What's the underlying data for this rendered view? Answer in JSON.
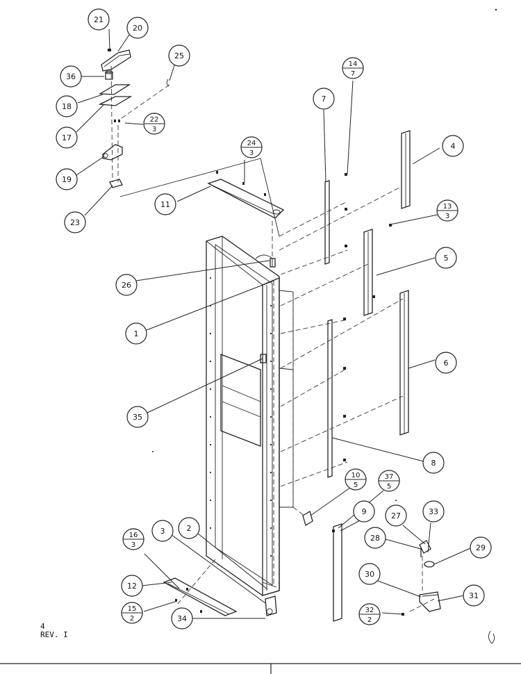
{
  "footer": {
    "line1": "4",
    "line2": "REV. I"
  },
  "callouts": [
    {
      "id": "c21",
      "text": "21"
    },
    {
      "id": "c20",
      "text": "20"
    },
    {
      "id": "c36",
      "text": "36"
    },
    {
      "id": "c18",
      "text": "18"
    },
    {
      "id": "c17",
      "text": "17"
    },
    {
      "id": "c25",
      "text": "25"
    },
    {
      "id": "c19",
      "text": "19"
    },
    {
      "id": "c23",
      "text": "23"
    },
    {
      "id": "c11",
      "text": "11"
    },
    {
      "id": "c26",
      "text": "26"
    },
    {
      "id": "c1",
      "text": "1"
    },
    {
      "id": "c35",
      "text": "35"
    },
    {
      "id": "c7",
      "text": "7"
    },
    {
      "id": "c4",
      "text": "4"
    },
    {
      "id": "c5",
      "text": "5"
    },
    {
      "id": "c6",
      "text": "6"
    },
    {
      "id": "c8",
      "text": "8"
    },
    {
      "id": "c9",
      "text": "9"
    },
    {
      "id": "c27",
      "text": "27"
    },
    {
      "id": "c33",
      "text": "33"
    },
    {
      "id": "c28",
      "text": "28"
    },
    {
      "id": "c29",
      "text": "29"
    },
    {
      "id": "c30",
      "text": "30"
    },
    {
      "id": "c31",
      "text": "31"
    },
    {
      "id": "c3",
      "text": "3"
    },
    {
      "id": "c2",
      "text": "2"
    },
    {
      "id": "c12",
      "text": "12"
    },
    {
      "id": "c34",
      "text": "34"
    }
  ],
  "fraction_callouts": [
    {
      "id": "f22_3",
      "num": "22",
      "den": "3"
    },
    {
      "id": "f24_3",
      "num": "24",
      "den": "3"
    },
    {
      "id": "f14_7",
      "num": "14",
      "den": "7"
    },
    {
      "id": "f13_3",
      "num": "13",
      "den": "3"
    },
    {
      "id": "f10_5",
      "num": "10",
      "den": "5"
    },
    {
      "id": "f37_5",
      "num": "37",
      "den": "5"
    },
    {
      "id": "f16_3",
      "num": "16",
      "den": "3"
    },
    {
      "id": "f15_2",
      "num": "15",
      "den": "2"
    },
    {
      "id": "f32_2",
      "num": "32",
      "den": "2"
    }
  ]
}
